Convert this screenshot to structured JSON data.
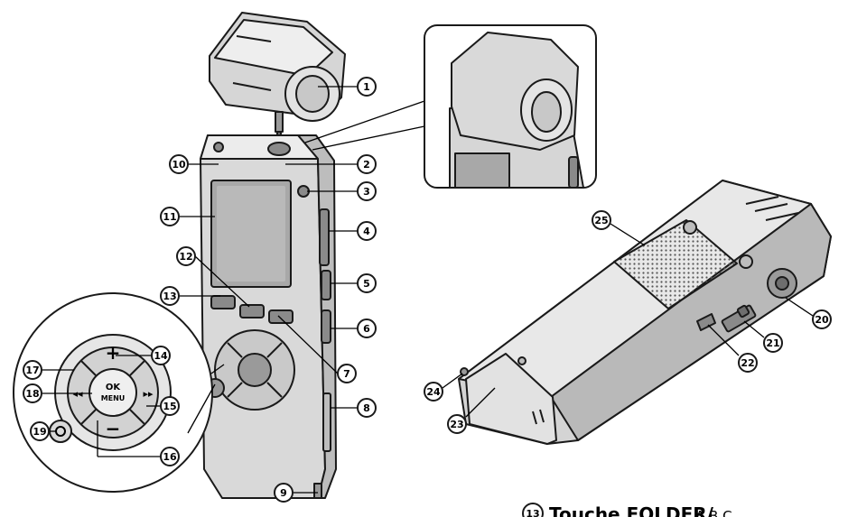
{
  "callouts": [
    "1",
    "2",
    "3",
    "4",
    "5",
    "6",
    "7",
    "8",
    "9",
    "10",
    "11",
    "12",
    "13",
    "14",
    "15",
    "16",
    "17",
    "18",
    "19",
    "20",
    "21",
    "22",
    "23",
    "24",
    "25"
  ],
  "buttons": {
    "plus": "+",
    "minus": "−",
    "ok": "OK",
    "menu": "MENU",
    "rewind": "◂◂",
    "forward": "▸▸"
  },
  "caption": {
    "number": "13",
    "main": "Touche FOLDER/",
    "small": "A B C"
  },
  "colors": {
    "light": "#e6e6e6",
    "mid": "#cfcfcf",
    "dark": "#9a9a9a",
    "darker": "#6e6e6e",
    "outline": "#1a1a1a"
  }
}
